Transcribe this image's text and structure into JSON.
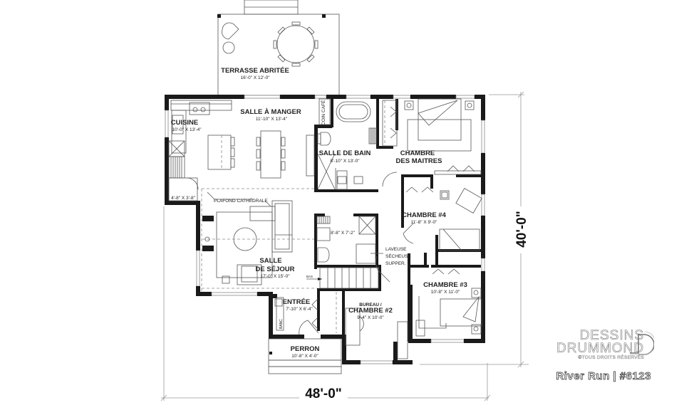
{
  "plan": {
    "title": "River Run | #6123",
    "overall_width": "48'-0\"",
    "overall_depth": "40'-0\""
  },
  "brand": {
    "name_line1": "DESSINS",
    "name_line2": "DRUMMOND",
    "copyright": "©TOUS DROITS RÉSERVÉS",
    "logo_icon": "drummond-d-logo-icon"
  },
  "rooms": {
    "terrasse": {
      "name": "TERRASSE ABRITÉE",
      "dims": "16'-0\" X 12'-0\""
    },
    "cuisine": {
      "name": "CUISINE",
      "dims": "10'-0\" X 13'-4\""
    },
    "salle_a_manger": {
      "name": "SALLE À MANGER",
      "dims": "11'-10\" X 13'-4\""
    },
    "salle_de_bain": {
      "name": "SALLE DE BAIN",
      "dims": "8'-10\" X 13'-0\""
    },
    "chambre_maitres": {
      "name_line1": "CHAMBRE",
      "name_line2": "DES MAITRES"
    },
    "chambre_4": {
      "name": "CHAMBRE #4",
      "dims": "11'-8\" X 9'-0\""
    },
    "salle_de_sejour": {
      "name_line1": "SALLE",
      "name_line2": "DE SÉJOUR",
      "dims": "17'-0\" X 15'-0\""
    },
    "salle_lavage": {
      "dims": "8'-8\" X 7'-2\""
    },
    "chambre_3": {
      "name": "CHAMBRE #3",
      "dims": "10'-8\" X 11'-0\""
    },
    "entree": {
      "name": "ENTRÉE",
      "dims": "7'-10\" X 6'-4\""
    },
    "chambre_2": {
      "name_top": "BUREAU /",
      "name": "CHAMBRE #2",
      "dims": "9'-4\" X 10'-0\""
    },
    "perron": {
      "name": "PERRON",
      "dims": "10'-8\" X 4'-0\""
    },
    "vestibule": {
      "dims": "4'-8\" X 3'-8\""
    }
  },
  "notes": {
    "coin_cafe": "COIN CAFÉ",
    "plafond": "PLAFOND CATHÉDRALE",
    "laveuse_line1": "LAVEUSE",
    "laveuse_line2": "SÉCHEUSE",
    "laveuse_line3": "SUPPER.",
    "bas": "BAS",
    "banc": "BANC"
  },
  "colors": {
    "wall": "#1a1a1a",
    "line": "#555555",
    "dimension": "#999999",
    "background": "#ffffff"
  }
}
